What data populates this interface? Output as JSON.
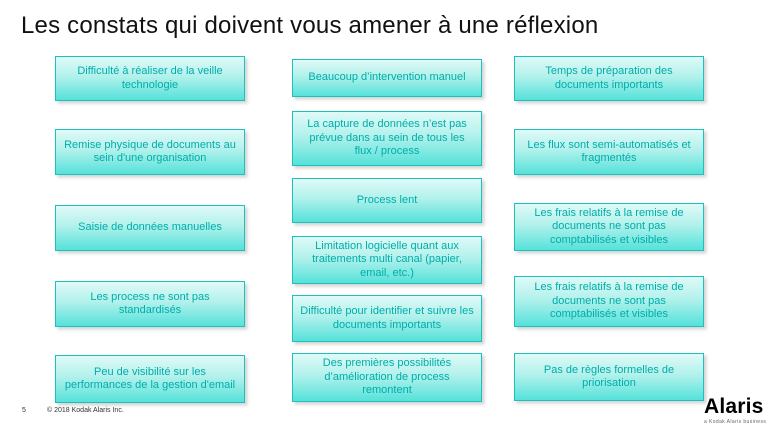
{
  "slide": {
    "title": "Les constats qui doivent vous amener à une réflexion"
  },
  "columns": {
    "col1": {
      "items": [
        "Difficulté à réaliser de la veille technologie",
        "Remise physique de documents au sein d'une organisation",
        "Saisie de données manuelles",
        "Les process ne sont pas standardisés",
        "Peu de visibilité sur les performances de la gestion d'email"
      ]
    },
    "col2": {
      "items": [
        "Beaucoup d’intervention manuel",
        "La capture de données n’est pas prévue dans au sein de tous les flux / process",
        "Process lent",
        "Limitation logicielle quant aux traitements multi canal (papier, email, etc.)",
        "Difficulté pour identifier et suivre les documents importants",
        "Des premières possibilités d’amélioration de process remontent"
      ]
    },
    "col3": {
      "items": [
        "Temps de préparation des documents importants",
        "Les flux sont semi-automatisés et fragmentés",
        "Les frais relatifs à la remise de documents ne sont pas comptabilisés et visibles",
        "Les frais relatifs à la remise de documents ne sont pas comptabilisés et visibles",
        "Pas de règles formelles de priorisation"
      ]
    }
  },
  "footer": {
    "page_number": "5",
    "copyright": "© 2018 Kodak Alaris Inc."
  },
  "logo": {
    "name": "Alaris",
    "tagline": "a Kodak Alaris business"
  },
  "colors": {
    "box_border": "#1cc0bd",
    "box_gradient_top": "#dffaf7",
    "box_gradient_bottom": "#55e2da",
    "box_text": "#00ada9",
    "title_text": "#111111"
  }
}
